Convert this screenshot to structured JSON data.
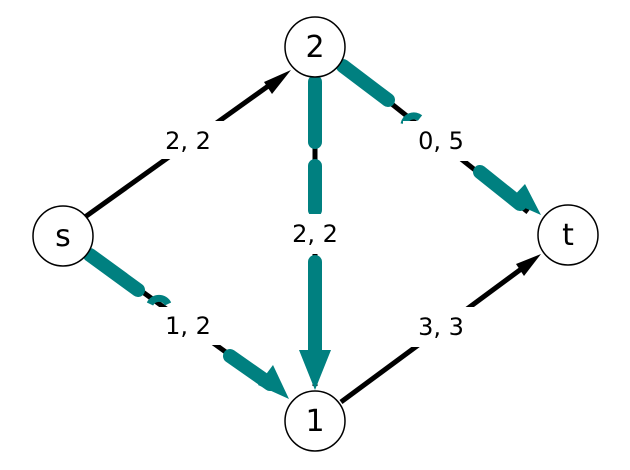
{
  "graph": {
    "nodes": [
      {
        "id": "s",
        "label": "s"
      },
      {
        "id": "2",
        "label": "2"
      },
      {
        "id": "1",
        "label": "1"
      },
      {
        "id": "t",
        "label": "t"
      }
    ],
    "edges": [
      {
        "from": "s",
        "to": "2",
        "label": "2, 2"
      },
      {
        "from": "s",
        "to": "1",
        "label": "1, 2"
      },
      {
        "from": "2",
        "to": "1",
        "label": "2, 2"
      },
      {
        "from": "2",
        "to": "t",
        "label": "0, 5"
      },
      {
        "from": "1",
        "to": "t",
        "label": "3, 3"
      }
    ],
    "highlight_color": "#008080",
    "edge_color": "#000000"
  }
}
